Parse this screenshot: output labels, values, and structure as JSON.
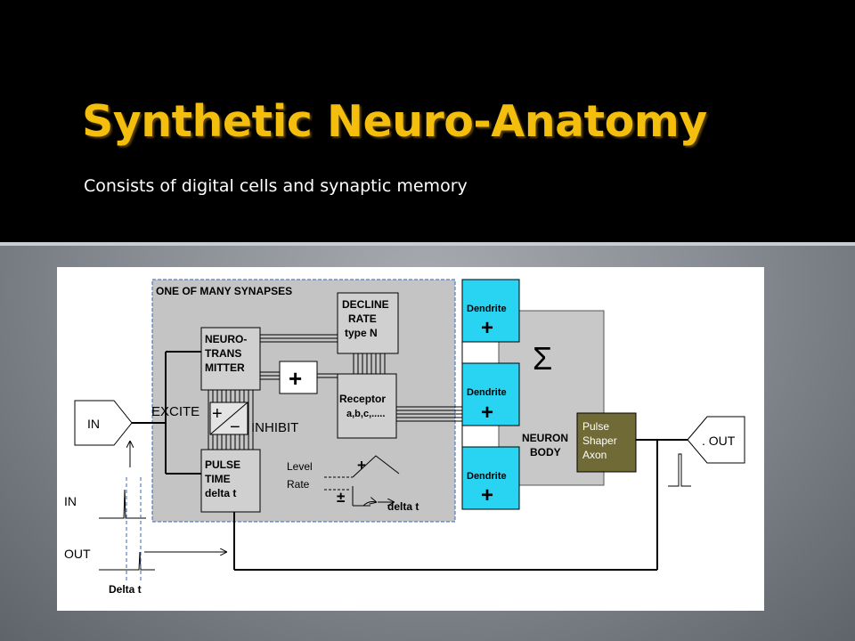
{
  "slide": {
    "title": "Synthetic Neuro-Anatomy",
    "subtitle": "Consists of digital cells and synaptic memory"
  },
  "diagram": {
    "synapse_group_label": "ONE OF MANY SYNAPSES",
    "neurotransmitter": [
      "NEURO-",
      "TRANS",
      "MITTER"
    ],
    "decline_rate": [
      "DECLINE",
      "RATE",
      "type N"
    ],
    "receptor": [
      "Receptor",
      "a,b,c,....."
    ],
    "pulse_time": [
      "PULSE",
      "TIME",
      "delta t"
    ],
    "excite_label": "EXCITE",
    "inhibit_label": "INHIBIT",
    "plus_sign": "+",
    "plus_minus": [
      "+",
      "−"
    ],
    "level_label": "Level",
    "rate_label": "Rate",
    "graph_plus": "+",
    "graph_pm": "±",
    "delta_t_arrow_label": "delta t",
    "dendrites": [
      {
        "label": "Dendrite",
        "sign": "+"
      },
      {
        "label": "Dendrite",
        "sign": "+"
      },
      {
        "label": "Dendrite",
        "sign": "+"
      }
    ],
    "sigma": "Σ",
    "neuron_body": [
      "NEURON",
      "BODY"
    ],
    "pulse_shaper": [
      "Pulse",
      "Shaper",
      "Axon"
    ],
    "in_connector": "IN",
    "out_connector": ". OUT",
    "timing_in": "IN",
    "timing_out": "OUT",
    "timing_delta": "Delta t",
    "colors": {
      "title": "#f3be0e",
      "dendrite": "#29d4f2",
      "pulse_shaper": "#6f6a36",
      "synapse_box": "#c4c4c4",
      "neuron_body": "#c8c8c8"
    }
  }
}
